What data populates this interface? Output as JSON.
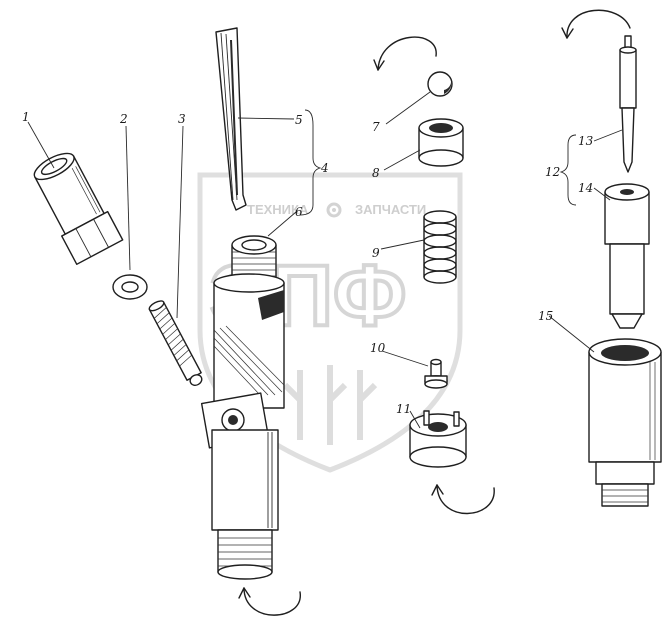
{
  "watermark": {
    "left_word": "ТЕХНИКА",
    "right_word": "ЗАПЧАСТИ",
    "big_letters": "ЭПФ"
  },
  "part_labels": [
    "1",
    "2",
    "3",
    "4",
    "5",
    "6",
    "7",
    "8",
    "9",
    "10",
    "11",
    "12",
    "13",
    "14",
    "15"
  ]
}
